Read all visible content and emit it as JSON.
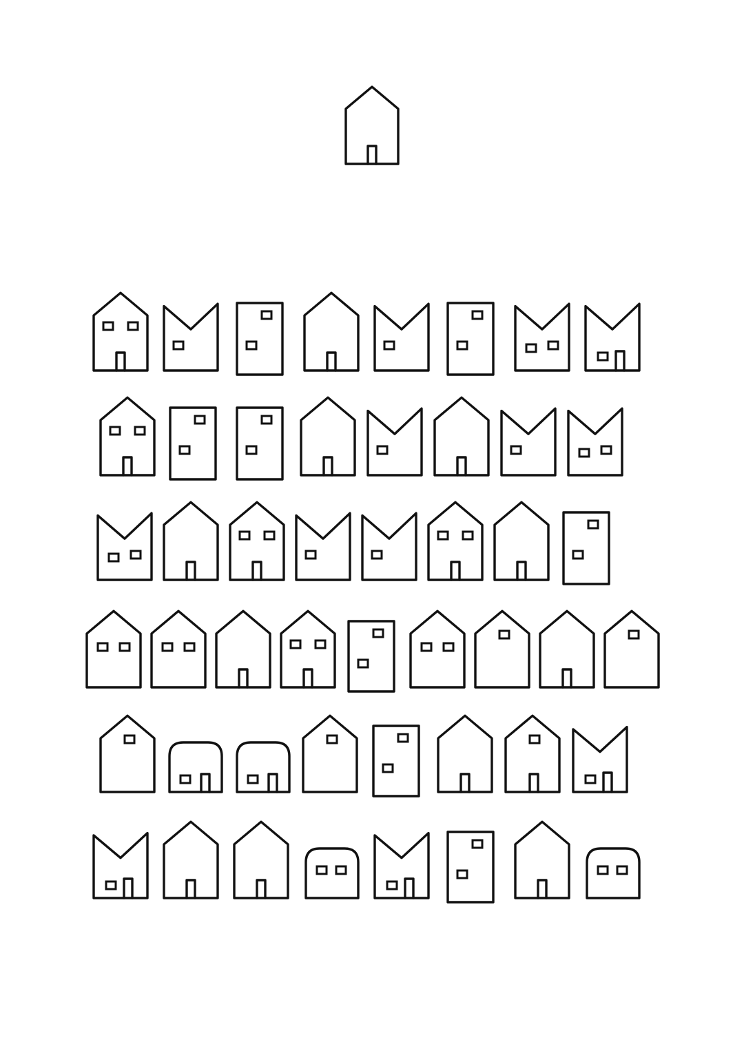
{
  "style": {
    "line_color": "#111111",
    "background": "#ffffff"
  },
  "top_house": "gable-door",
  "rows": [
    [
      "gable-two-windows-door",
      "cat-one-window",
      "tall-two-windows",
      "gable-door",
      "cat-one-window",
      "tall-two-windows",
      "cat-two-windows",
      "cat-window-door"
    ],
    [
      "gable-two-windows-door",
      "tall-two-windows",
      "tall-two-windows",
      "gable-door",
      "cat-one-window",
      "gable-door",
      "cat-one-window",
      "cat-two-windows"
    ],
    [
      "cat-two-windows",
      "gable-door",
      "gable-two-windows-door",
      "cat-one-window",
      "cat-one-window",
      "gable-two-windows-door",
      "gable-door",
      "tall-two-windows"
    ],
    [
      "gable-two-windows",
      "gable-two-windows",
      "gable-door",
      "gable-two-windows-door",
      "tall-two-windows",
      "gable-two-windows",
      "gable-one-window",
      "gable-door",
      "gable-one-window"
    ],
    [
      "gable-one-window",
      "rounded-window-door",
      "rounded-window-door",
      "gable-one-window",
      "tall-two-windows",
      "gable-door",
      "gable-window-door",
      "cat-window-door"
    ],
    [
      "cat-window-door",
      "gable-door",
      "gable-door",
      "rounded-two-windows",
      "cat-window-door",
      "tall-two-windows",
      "gable-door",
      "rounded-two-windows"
    ]
  ]
}
